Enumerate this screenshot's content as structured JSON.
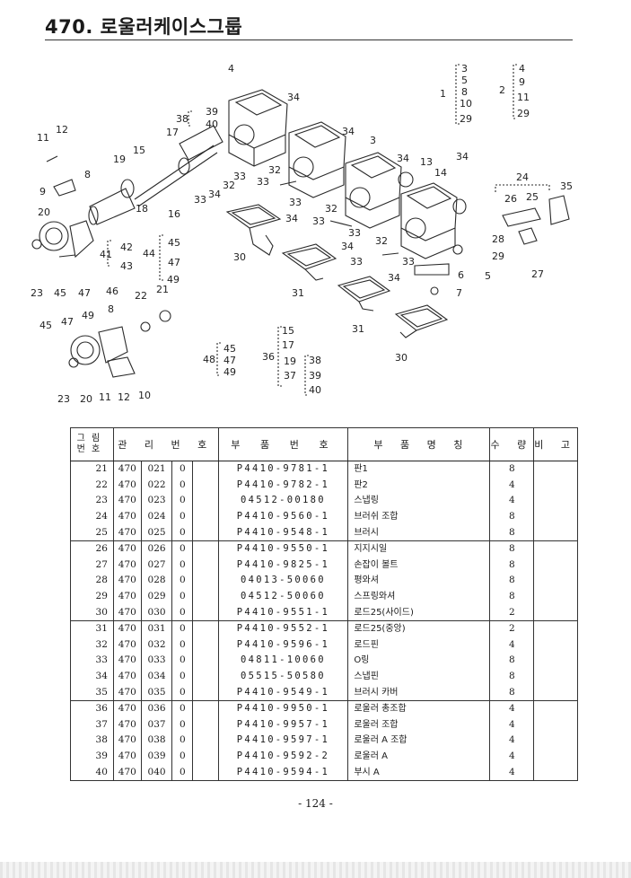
{
  "page": {
    "title": "470.  로울러케이스그룹",
    "page_number": "- 124 -"
  },
  "diagram_labels": {
    "l1": "1",
    "l2": "2",
    "l3": "3",
    "l4": "4",
    "l5": "5",
    "l6": "6",
    "l7": "7",
    "l8": "8",
    "l9": "9",
    "l10": "10",
    "l11": "11",
    "l12": "12",
    "l13": "13",
    "l14": "14",
    "l15": "15",
    "l16": "16",
    "l17": "17",
    "l18": "18",
    "l19": "19",
    "l20": "20",
    "l21": "21",
    "l22": "22",
    "l23": "23",
    "l24": "24",
    "l25": "25",
    "l26": "26",
    "l27": "27",
    "l28": "28",
    "l29": "29",
    "l30": "30",
    "l31": "31",
    "l32": "32",
    "l33": "33",
    "l34": "34",
    "l35": "35",
    "l36": "36",
    "l37": "37",
    "l38": "38",
    "l39": "39",
    "l40": "40",
    "l41": "41",
    "l42": "42",
    "l43": "43",
    "l44": "44",
    "l45": "45",
    "l46": "46",
    "l47": "47",
    "l48": "48",
    "l49": "49"
  },
  "table": {
    "headers": {
      "fig": "그 림\n번 호",
      "mgmt": "관 리 번 호",
      "part": "부 품 번 호",
      "name": "부 품 명 칭",
      "qty": "수 량",
      "note": "비 고"
    },
    "rows": [
      {
        "fig": "21",
        "g1": "470",
        "g2": "021",
        "g3": "0",
        "part": "P4410-9781-1",
        "name": "판1",
        "qty": "8"
      },
      {
        "fig": "22",
        "g1": "470",
        "g2": "022",
        "g3": "0",
        "part": "P4410-9782-1",
        "name": "판2",
        "qty": "4"
      },
      {
        "fig": "23",
        "g1": "470",
        "g2": "023",
        "g3": "0",
        "part": "04512-00180",
        "name": "스냅링",
        "qty": "4"
      },
      {
        "fig": "24",
        "g1": "470",
        "g2": "024",
        "g3": "0",
        "part": "P4410-9560-1",
        "name": "브러쉬 조합",
        "qty": "8"
      },
      {
        "fig": "25",
        "g1": "470",
        "g2": "025",
        "g3": "0",
        "part": "P4410-9548-1",
        "name": "브러시",
        "qty": "8"
      },
      {
        "fig": "26",
        "g1": "470",
        "g2": "026",
        "g3": "0",
        "part": "P4410-9550-1",
        "name": "지지시일",
        "qty": "8"
      },
      {
        "fig": "27",
        "g1": "470",
        "g2": "027",
        "g3": "0",
        "part": "P4410-9825-1",
        "name": "손잡이 볼트",
        "qty": "8"
      },
      {
        "fig": "28",
        "g1": "470",
        "g2": "028",
        "g3": "0",
        "part": "04013-50060",
        "name": "평와셔",
        "qty": "8"
      },
      {
        "fig": "29",
        "g1": "470",
        "g2": "029",
        "g3": "0",
        "part": "04512-50060",
        "name": "스프링와셔",
        "qty": "8"
      },
      {
        "fig": "30",
        "g1": "470",
        "g2": "030",
        "g3": "0",
        "part": "P4410-9551-1",
        "name": "로드25(사이드)",
        "qty": "2"
      },
      {
        "fig": "31",
        "g1": "470",
        "g2": "031",
        "g3": "0",
        "part": "P4410-9552-1",
        "name": "로드25(중앙)",
        "qty": "2"
      },
      {
        "fig": "32",
        "g1": "470",
        "g2": "032",
        "g3": "0",
        "part": "P4410-9596-1",
        "name": "로드핀",
        "qty": "4"
      },
      {
        "fig": "33",
        "g1": "470",
        "g2": "033",
        "g3": "0",
        "part": "04811-10060",
        "name": "O링",
        "qty": "8"
      },
      {
        "fig": "34",
        "g1": "470",
        "g2": "034",
        "g3": "0",
        "part": "05515-50580",
        "name": "스냅핀",
        "qty": "8"
      },
      {
        "fig": "35",
        "g1": "470",
        "g2": "035",
        "g3": "0",
        "part": "P4410-9549-1",
        "name": "브러시 카버",
        "qty": "8"
      },
      {
        "fig": "36",
        "g1": "470",
        "g2": "036",
        "g3": "0",
        "part": "P4410-9950-1",
        "name": "로울러 총조합",
        "qty": "4"
      },
      {
        "fig": "37",
        "g1": "470",
        "g2": "037",
        "g3": "0",
        "part": "P4410-9957-1",
        "name": "로울러 조합",
        "qty": "4"
      },
      {
        "fig": "38",
        "g1": "470",
        "g2": "038",
        "g3": "0",
        "part": "P4410-9597-1",
        "name": "로울러 A 조합",
        "qty": "4"
      },
      {
        "fig": "39",
        "g1": "470",
        "g2": "039",
        "g3": "0",
        "part": "P4410-9592-2",
        "name": "로울러 A",
        "qty": "4"
      },
      {
        "fig": "40",
        "g1": "470",
        "g2": "040",
        "g3": "0",
        "part": "P4410-9594-1",
        "name": "부시 A",
        "qty": "4"
      }
    ]
  }
}
